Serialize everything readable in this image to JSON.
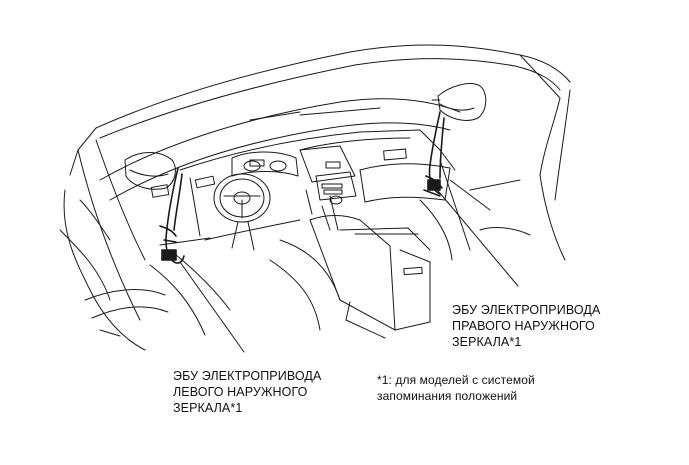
{
  "labels": {
    "right_ecu": {
      "line1": "ЭБУ ЭЛЕКТРОПРИВОДА",
      "line2": "ПРАВОГО НАРУЖНОГО",
      "line3": "ЗЕРКАЛА*1"
    },
    "left_ecu": {
      "line1": "ЭБУ ЭЛЕКТРОПРИВОДА",
      "line2": "ЛЕВОГО НАРУЖНОГО",
      "line3": "ЗЕРКАЛА*1"
    },
    "footnote": {
      "line1": "*1: для моделей с системой",
      "line2": "запоминания положений"
    }
  },
  "colors": {
    "line": "#1a1a1a",
    "background": "#ffffff"
  }
}
